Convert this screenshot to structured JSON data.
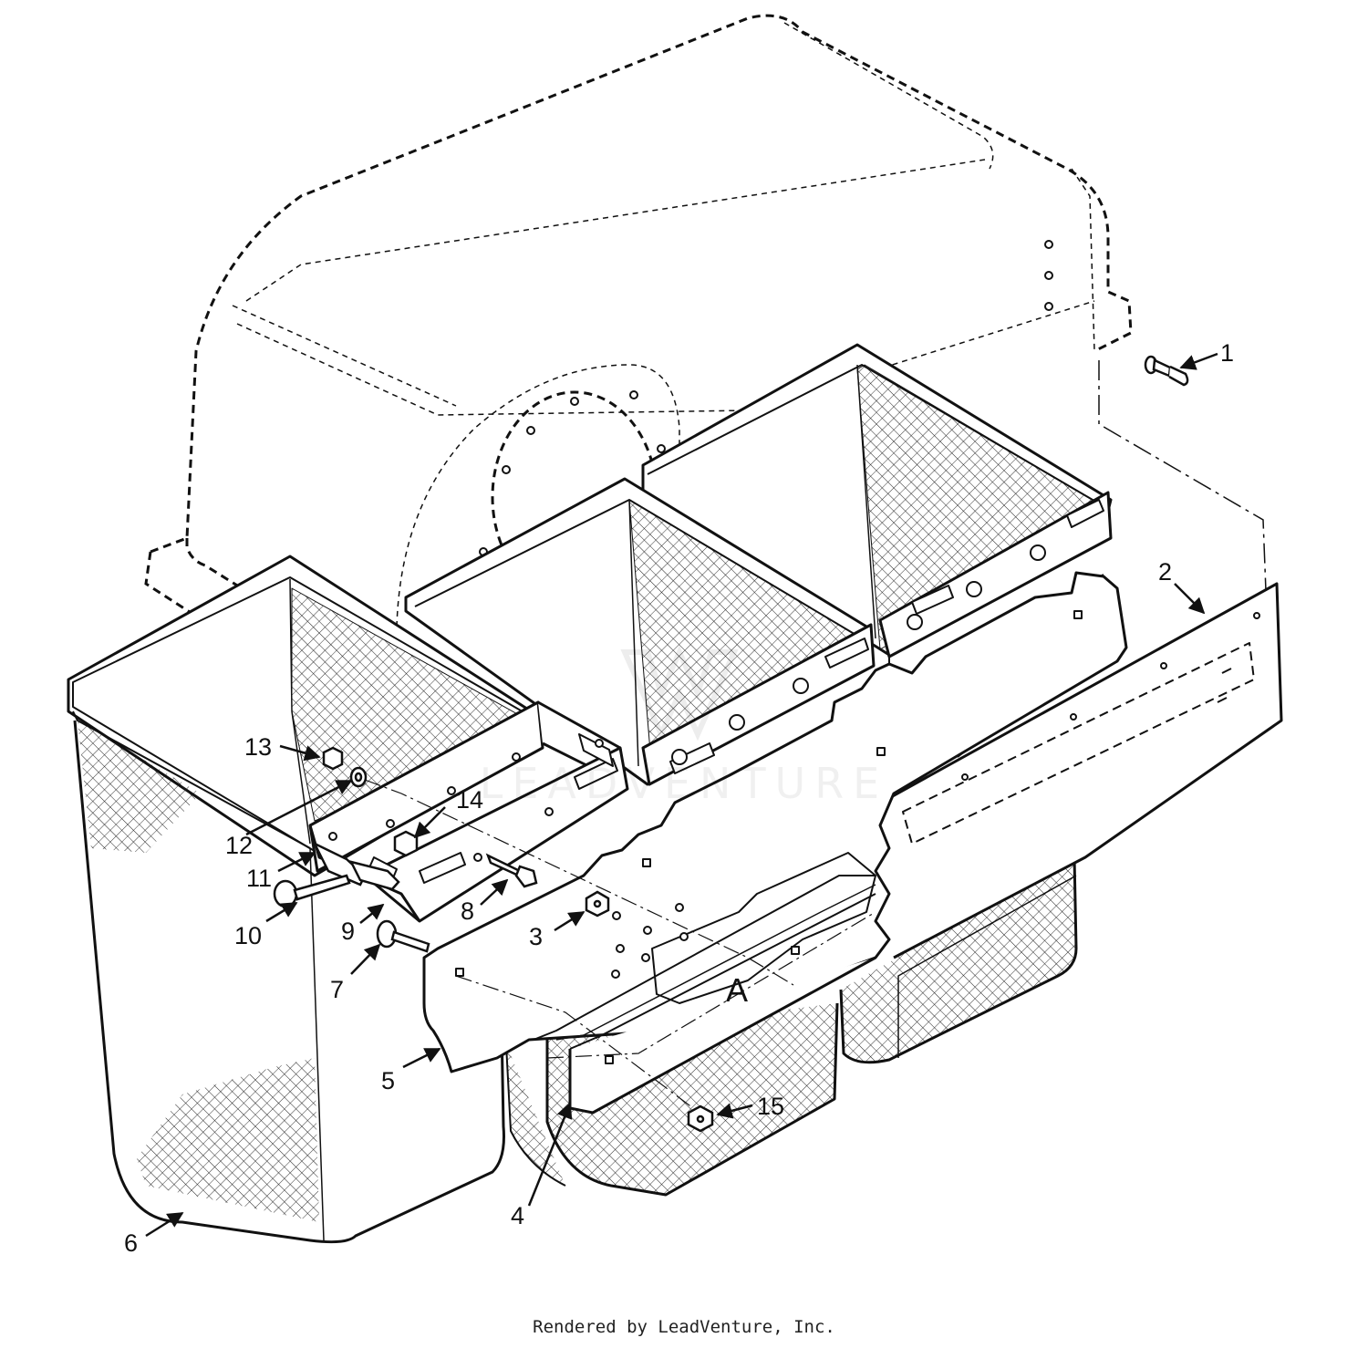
{
  "diagram": {
    "callouts": [
      {
        "id": "1",
        "label": "1"
      },
      {
        "id": "2",
        "label": "2"
      },
      {
        "id": "3",
        "label": "3"
      },
      {
        "id": "4",
        "label": "4"
      },
      {
        "id": "5",
        "label": "5"
      },
      {
        "id": "6",
        "label": "6"
      },
      {
        "id": "7",
        "label": "7"
      },
      {
        "id": "8",
        "label": "8"
      },
      {
        "id": "9",
        "label": "9"
      },
      {
        "id": "10",
        "label": "10"
      },
      {
        "id": "11",
        "label": "11"
      },
      {
        "id": "12",
        "label": "12"
      },
      {
        "id": "13",
        "label": "13"
      },
      {
        "id": "14",
        "label": "14"
      },
      {
        "id": "15",
        "label": "15"
      }
    ],
    "reference_letter": "A"
  },
  "watermark": {
    "text": "LEADVENTURE"
  },
  "footer": {
    "text": "Rendered by LeadVenture, Inc."
  },
  "colors": {
    "line": "#111111",
    "mesh": "#222222",
    "background": "#ffffff"
  }
}
